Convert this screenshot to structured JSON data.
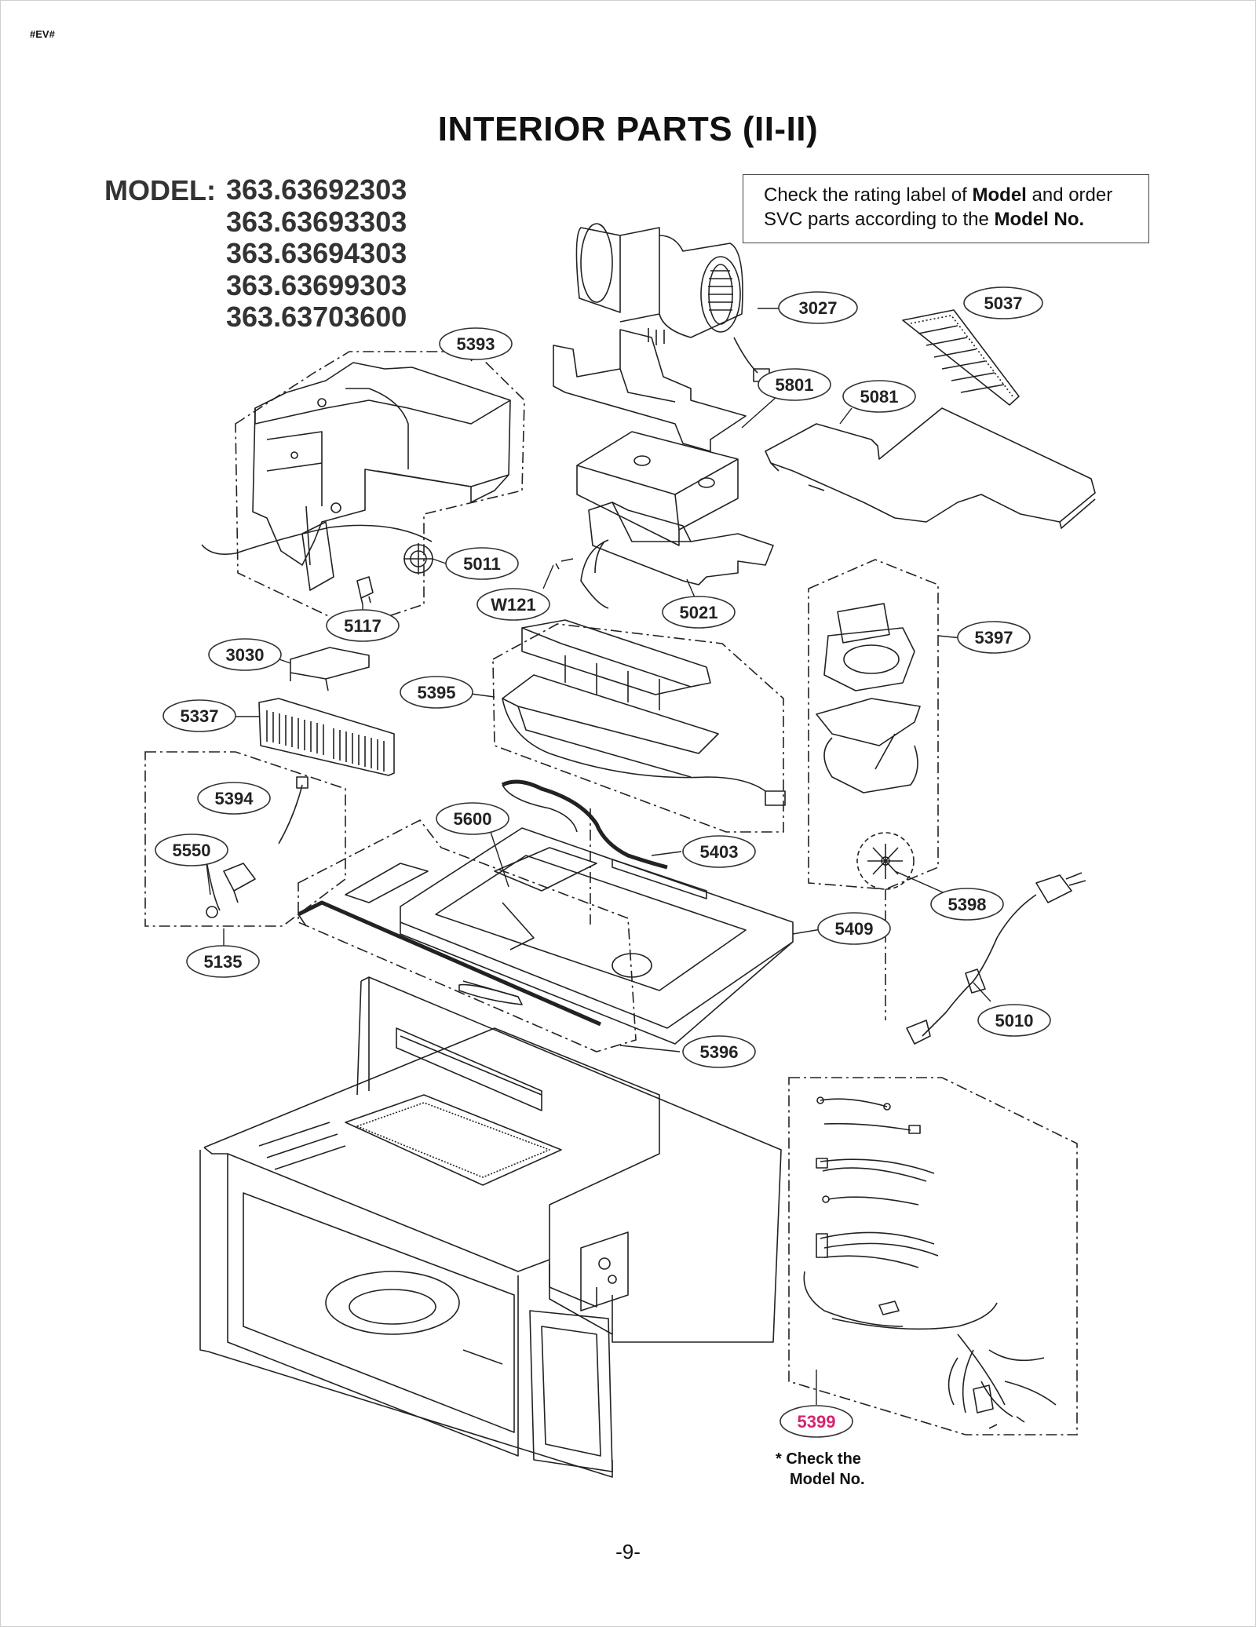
{
  "header_code": "#EV#",
  "title": "INTERIOR PARTS (II-II)",
  "model_label": "MODEL:",
  "models": [
    "363.63692303",
    "363.63693303",
    "363.63694303",
    "363.63699303",
    "363.63703600"
  ],
  "note": {
    "prefix": "Check the rating label of ",
    "bold1": "Model",
    "middle": " and order SVC parts according to the ",
    "bold2": "Model No."
  },
  "parts": {
    "p3027": "3027",
    "p5037": "5037",
    "p5393": "5393",
    "p5801": "5801",
    "p5081": "5081",
    "p5011": "5011",
    "pW121": "W121",
    "p5021": "5021",
    "p5117": "5117",
    "p5397": "5397",
    "p3030": "3030",
    "p5395": "5395",
    "p5337": "5337",
    "p5394": "5394",
    "p5600": "5600",
    "p5403": "5403",
    "p5550": "5550",
    "p5398": "5398",
    "p5409": "5409",
    "p5135": "5135",
    "p5010": "5010",
    "p5396": "5396",
    "p5399": "5399"
  },
  "highlight_color": "#d6246e",
  "check_note": [
    "* Check the",
    "Model No."
  ],
  "page_number": "-9-"
}
